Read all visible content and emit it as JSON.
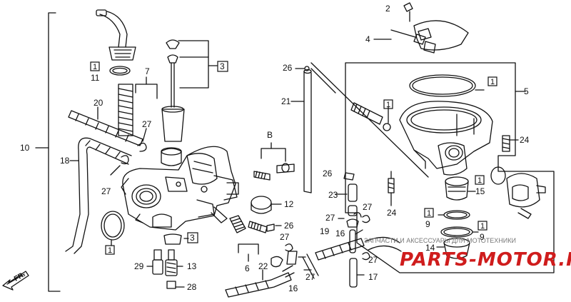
{
  "labels": {
    "l1a": "1",
    "l11": "11",
    "l1b": "1",
    "l9a": "9",
    "l1c": "1",
    "l9b": "9",
    "l1d": "1",
    "l1e": "1",
    "l1f": "1",
    "l15": "15",
    "l2": "2",
    "l3a": "3",
    "l3b": "3",
    "l4": "4",
    "l5": "5",
    "l6": "6",
    "l7": "7",
    "l8": "B",
    "l10": "10",
    "l12": "12",
    "l13": "13",
    "l14": "14",
    "l16a": "16",
    "l16b": "16",
    "l17": "17",
    "l18": "18",
    "l19": "19",
    "l20": "20",
    "l21": "21",
    "l22": "22",
    "l23": "23",
    "l24a": "24",
    "l24b": "24",
    "l26a": "26",
    "l26b": "26",
    "l26c": "26",
    "l27a": "27",
    "l27b": "27",
    "l27c": "27",
    "l27d": "27",
    "l27e": "27",
    "l27f": "27",
    "l27g": "27",
    "l28": "28",
    "l29": "29"
  },
  "watermark": {
    "caption": "ЗАПЧАСТИ И АКСЕССУАРЫ ДЛЯ МОТОТЕХНИКИ",
    "brand": "PARTS-MOTOR.RU"
  },
  "direction": "FR."
}
